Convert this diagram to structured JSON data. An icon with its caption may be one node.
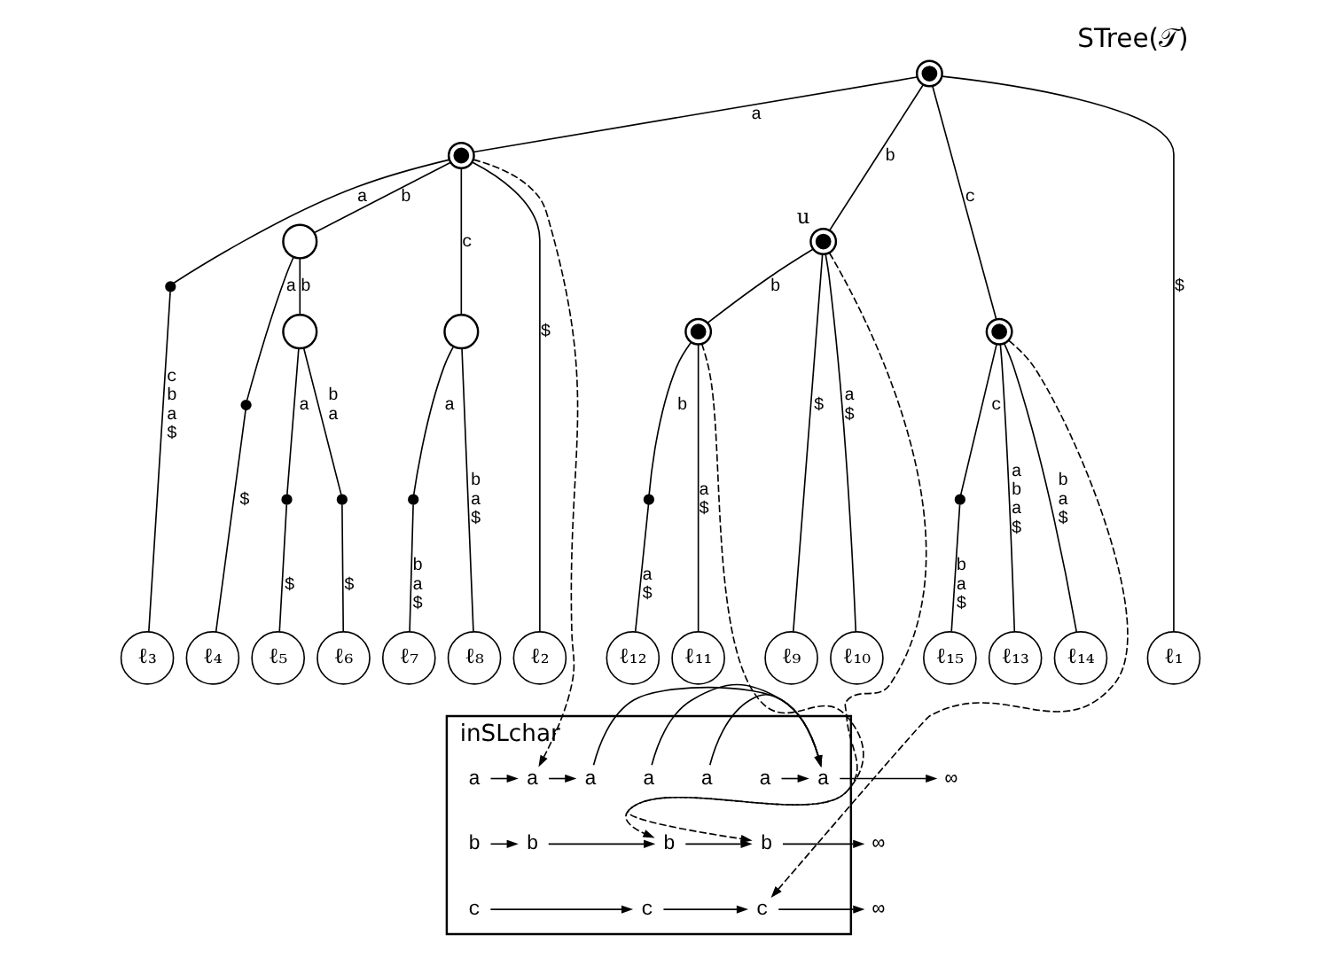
{
  "diagram": {
    "title": "STree(𝒯)",
    "nodes": [
      {
        "text": [],
        "shape": "circle"
      },
      {
        "text": [],
        "shape": "circle"
      },
      {
        "text": [],
        "shape": "circle",
        "beside": [
          "u"
        ]
      },
      {
        "text": [],
        "shape": "circle"
      },
      {
        "text": [],
        "shape": "dot"
      },
      {
        "text": [],
        "shape": "circle"
      },
      {
        "text": [],
        "shape": "circle"
      },
      {
        "text": [],
        "shape": "circle"
      },
      {
        "text": [],
        "shape": "dot"
      },
      {
        "text": [],
        "shape": "dot"
      },
      {
        "text": [],
        "shape": "circle"
      },
      {
        "text": [],
        "shape": "dot"
      },
      {
        "text": [],
        "shape": "dot"
      },
      {
        "text": [],
        "shape": "dot"
      },
      {
        "text": [],
        "shape": "dot"
      },
      {
        "text": [
          "ℓ₁"
        ]
      },
      {
        "text": [
          "ℓ₂"
        ]
      },
      {
        "text": [
          "ℓ₃"
        ]
      },
      {
        "text": [
          "ℓ₄"
        ]
      },
      {
        "text": [
          "ℓ₅"
        ]
      },
      {
        "text": [
          "ℓ₆"
        ]
      },
      {
        "text": [
          "ℓ₇"
        ]
      },
      {
        "text": [
          "ℓ₈"
        ]
      },
      {
        "text": [
          "ℓ₉"
        ]
      },
      {
        "text": [
          "ℓ₁₀"
        ]
      },
      {
        "text": [
          "ℓ₁₁"
        ]
      },
      {
        "text": [
          "ℓ₁₂"
        ]
      },
      {
        "text": [
          "ℓ₁₃"
        ]
      },
      {
        "text": [
          "ℓ₁₄"
        ]
      },
      {
        "text": [
          "ℓ₁₅"
        ]
      },
      {
        "text": [
          "inSLchar"
        ]
      },
      {
        "text": [
          "a"
        ],
        "in": 30
      },
      {
        "text": [
          "a"
        ],
        "in": 30
      },
      {
        "text": [
          "a"
        ],
        "in": 30
      },
      {
        "text": [
          "a"
        ],
        "in": 30
      },
      {
        "text": [
          "a"
        ],
        "in": 30
      },
      {
        "text": [
          "a"
        ],
        "in": 30
      },
      {
        "text": [
          "a"
        ],
        "in": 30
      },
      {
        "text": [
          "∞"
        ]
      },
      {
        "text": [
          "b"
        ],
        "in": 30
      },
      {
        "text": [
          "b"
        ],
        "in": 30
      },
      {
        "text": [
          "b"
        ],
        "in": 30
      },
      {
        "text": [
          "b"
        ],
        "in": 30
      },
      {
        "text": [
          "∞"
        ]
      },
      {
        "text": [
          "c"
        ],
        "in": 30
      },
      {
        "text": [
          "c"
        ],
        "in": 30
      },
      {
        "text": [
          "c"
        ],
        "in": 30
      },
      {
        "text": [
          "∞"
        ]
      }
    ],
    "edges": [
      {
        "from": 0,
        "to": 15,
        "arrow": "none",
        "label": "$"
      },
      {
        "from": 0,
        "to": 1,
        "arrow": "none",
        "label": "a"
      },
      {
        "from": 0,
        "to": 2,
        "arrow": "none",
        "label": "b"
      },
      {
        "from": 0,
        "to": 3,
        "arrow": "none",
        "label": "c"
      },
      {
        "from": 1,
        "to": 16,
        "arrow": "none",
        "label": "$"
      },
      {
        "from": 1,
        "to": 4,
        "arrow": "none",
        "label": "a"
      },
      {
        "from": 4,
        "to": 17,
        "arrow": "none",
        "label": "c b a $"
      },
      {
        "from": 1,
        "to": 5,
        "arrow": "none",
        "label": "b"
      },
      {
        "from": 1,
        "to": 6,
        "arrow": "none",
        "label": "c"
      },
      {
        "from": 5,
        "to": 9,
        "arrow": "none",
        "label": "a"
      },
      {
        "from": 9,
        "to": 18,
        "arrow": "none",
        "label": "$"
      },
      {
        "from": 5,
        "to": 10,
        "arrow": "none",
        "label": "b"
      },
      {
        "from": 10,
        "to": 13,
        "arrow": "none",
        "label": "a"
      },
      {
        "from": 13,
        "to": 19,
        "arrow": "none",
        "label": "$"
      },
      {
        "from": 10,
        "to": 14,
        "arrow": "none",
        "label": "b a"
      },
      {
        "from": 14,
        "to": 20,
        "arrow": "none",
        "label": "$"
      },
      {
        "from": 6,
        "to": 11,
        "arrow": "none",
        "label": "a"
      },
      {
        "from": 11,
        "to": 21,
        "arrow": "none",
        "label": "b a $"
      },
      {
        "from": 6,
        "to": 22,
        "arrow": "none",
        "label": "b a $"
      },
      {
        "from": 2,
        "to": 23,
        "arrow": "none",
        "label": "$"
      },
      {
        "from": 2,
        "to": 24,
        "arrow": "none",
        "label": "a $"
      },
      {
        "from": 2,
        "to": 7,
        "arrow": "none",
        "label": "b"
      },
      {
        "from": 7,
        "to": 25,
        "arrow": "none",
        "label": "a $"
      },
      {
        "from": 7,
        "to": 12,
        "arrow": "none",
        "label": "b"
      },
      {
        "from": 12,
        "to": 26,
        "arrow": "none",
        "label": "a $"
      },
      {
        "from": 3,
        "to": 27,
        "arrow": "none",
        "label": "a b a $"
      },
      {
        "from": 3,
        "to": 28,
        "arrow": "none",
        "label": "b a $"
      },
      {
        "from": 3,
        "to": 8,
        "arrow": "none",
        "label": "c"
      },
      {
        "from": 8,
        "to": 29,
        "arrow": "none",
        "label": "b a $"
      },
      {
        "from": 1,
        "to": 32,
        "arrow": "to",
        "style": "dashed"
      },
      {
        "from": 2,
        "to": 41,
        "arrow": "to",
        "style": "dashed"
      },
      {
        "from": 7,
        "to": 42,
        "arrow": "to",
        "style": "dashed"
      },
      {
        "from": 3,
        "to": 46,
        "arrow": "to",
        "style": "dashed"
      },
      {
        "from": 31,
        "to": 32,
        "arrow": "to"
      },
      {
        "from": 32,
        "to": 33,
        "arrow": "to"
      },
      {
        "from": 33,
        "to": 37,
        "arrow": "to"
      },
      {
        "from": 34,
        "to": 37,
        "arrow": "to"
      },
      {
        "from": 35,
        "to": 37,
        "arrow": "to"
      },
      {
        "from": 36,
        "to": 37,
        "arrow": "to"
      },
      {
        "from": 37,
        "to": 38,
        "arrow": "to"
      },
      {
        "from": 39,
        "to": 40,
        "arrow": "to"
      },
      {
        "from": 40,
        "to": 41,
        "arrow": "to"
      },
      {
        "from": 41,
        "to": 42,
        "arrow": "to"
      },
      {
        "from": 42,
        "to": 43,
        "arrow": "to"
      },
      {
        "from": 44,
        "to": 45,
        "arrow": "to"
      },
      {
        "from": 45,
        "to": 46,
        "arrow": "to"
      },
      {
        "from": 46,
        "to": 47,
        "arrow": "to"
      }
    ]
  }
}
